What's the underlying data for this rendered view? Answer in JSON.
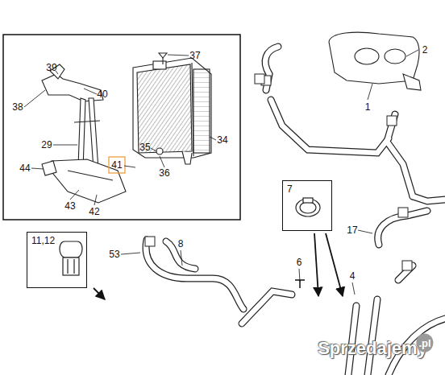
{
  "diagram": {
    "nodes": [
      {
        "text": [
          "7"
        ]
      },
      {
        "text": [
          "11,12"
        ]
      }
    ],
    "edges": [],
    "labels": [
      "39",
      "40",
      "38",
      "37",
      "2",
      "1",
      "29",
      "35",
      "34",
      "44",
      "41",
      "36",
      "43",
      "42",
      "17",
      "53",
      "8",
      "6",
      "4",
      "Sprzedajemy",
      ".pl"
    ]
  }
}
